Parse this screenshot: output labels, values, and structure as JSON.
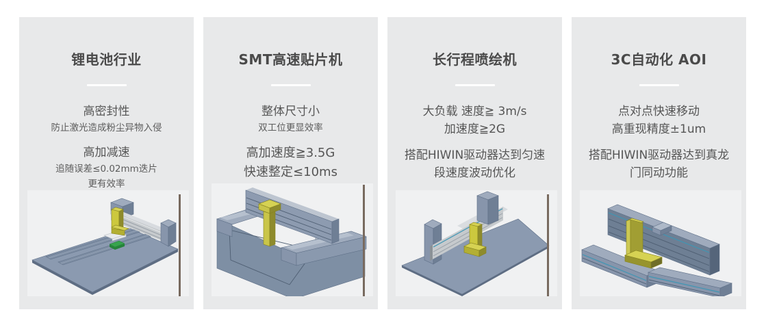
{
  "cards": [
    {
      "title": "锂电池行业",
      "lines": [
        "高密封性",
        "防止激光造成粉尘异物入侵",
        "高加减速",
        "追随误差≤0.02mm迭片",
        "更有效率"
      ],
      "illustration": "gantry-stage-on-baseplate-3d-render",
      "has_right_border_line": true
    },
    {
      "title": "SMT高速贴片机",
      "lines": [
        "整体尺寸小",
        "双工位更显效率",
        "高加速度≧3.5G",
        "快速整定≤10ms"
      ],
      "illustration": "compact-machine-bed-with-cross-beam-3d-render",
      "has_right_border_line": true
    },
    {
      "title": "长行程喷绘机",
      "lines": [
        "大负载 速度≧ 3m/s",
        "加速度≧2G",
        "搭配HIWIN驱动器达到匀速",
        "段速度波动优化"
      ],
      "illustration": "long-stroke-linear-axis-3d-render",
      "has_right_border_line": true
    },
    {
      "title": "3C自动化 AOI",
      "lines": [
        "点对点快速移动",
        "高重现精度±1um",
        "搭配HIWIN驱动器达到真龙",
        "门同动功能"
      ],
      "illustration": "dual-rail-gantry-3d-render",
      "has_right_border_line": false
    }
  ],
  "colors": {
    "page_bg": "#ffffff",
    "card_bg": "#e8e9ea",
    "image_bg": "#f0f1f2",
    "title_text": "#4a4a4a",
    "body_text": "#565656",
    "divider": "#ffffff",
    "machine_blue": "#8795ab",
    "machine_blue_light": "#9fabbd",
    "machine_blue_dark": "#5e6d83",
    "beam_gray": "#c6cacd",
    "actuator_yellow": "#ccc83e",
    "accent_teal": "#3f96b4",
    "workpiece_green": "#37a44d",
    "image_border_line": "#786a5f"
  }
}
